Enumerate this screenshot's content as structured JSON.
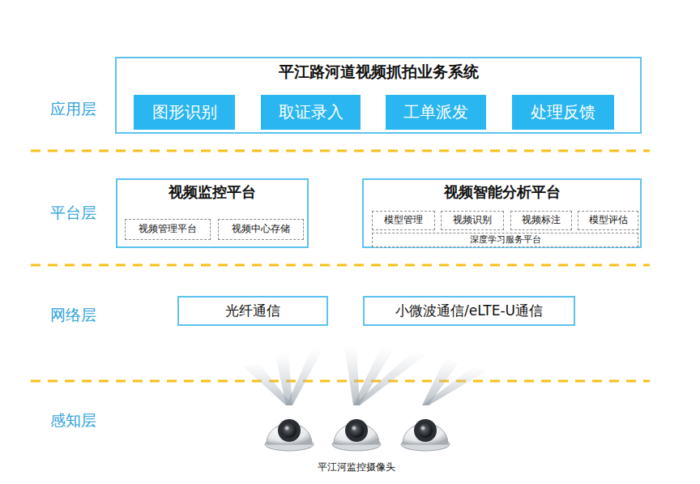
{
  "diagram": {
    "nodes": [
      {
        "text": [
          "平江路河道视频抓拍业务系统"
        ]
      },
      {
        "text": [
          "图形识别"
        ],
        "in": 0
      },
      {
        "text": [
          "取证录入"
        ],
        "in": 0
      },
      {
        "text": [
          "工单派发"
        ],
        "in": 0
      },
      {
        "text": [
          "处理反馈"
        ],
        "in": 0
      },
      {
        "text": [
          "视频监控平台"
        ]
      },
      {
        "text": [
          "视频管理平台"
        ],
        "in": 5
      },
      {
        "text": [
          "视频中心存储"
        ],
        "in": 5
      },
      {
        "text": [
          "视频智能分析平台"
        ]
      },
      {
        "text": [
          "模型管理"
        ],
        "in": 8
      },
      {
        "text": [
          "视频识别"
        ],
        "in": 8
      },
      {
        "text": [
          "视频标注"
        ],
        "in": 8
      },
      {
        "text": [
          "模型评估"
        ],
        "in": 8
      },
      {
        "text": [
          "深度学习服务平台"
        ],
        "in": 8
      },
      {
        "text": [
          "光纤通信"
        ]
      },
      {
        "text": [
          "小微波通信/eLTE-U通信"
        ]
      }
    ],
    "edges": [],
    "labels": [
      "应用层",
      "平台层",
      "网络层",
      "感知层",
      "平江河监控摄像头"
    ]
  }
}
